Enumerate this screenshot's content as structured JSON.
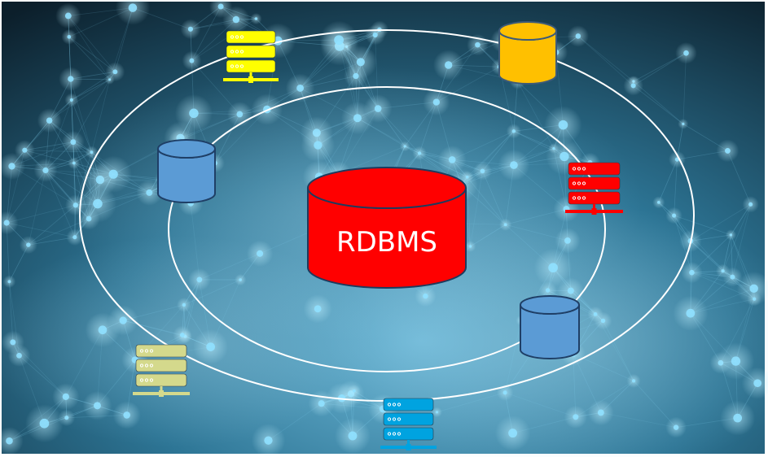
{
  "center_database": {
    "label": "RDBMS",
    "color": "#ff0000"
  },
  "orbit_color": "#ffffff",
  "background": {
    "dark": "#0d2230",
    "mid": "#1f5c78",
    "light": "#7fc8e6",
    "node": "#8fe0ff"
  },
  "satellites": [
    {
      "type": "server-rack",
      "name": "yellow-server",
      "color": "#ffff00"
    },
    {
      "type": "database",
      "name": "orange-database",
      "color": "#ffc000"
    },
    {
      "type": "database",
      "name": "blue-database-left",
      "color": "#5b9bd5"
    },
    {
      "type": "server-rack",
      "name": "red-server",
      "color": "#ff0000"
    },
    {
      "type": "database",
      "name": "blue-database-right",
      "color": "#5b9bd5"
    },
    {
      "type": "server-rack",
      "name": "olive-server",
      "color": "#d4d98c"
    },
    {
      "type": "server-rack",
      "name": "blue-server",
      "color": "#00a3e0"
    }
  ]
}
